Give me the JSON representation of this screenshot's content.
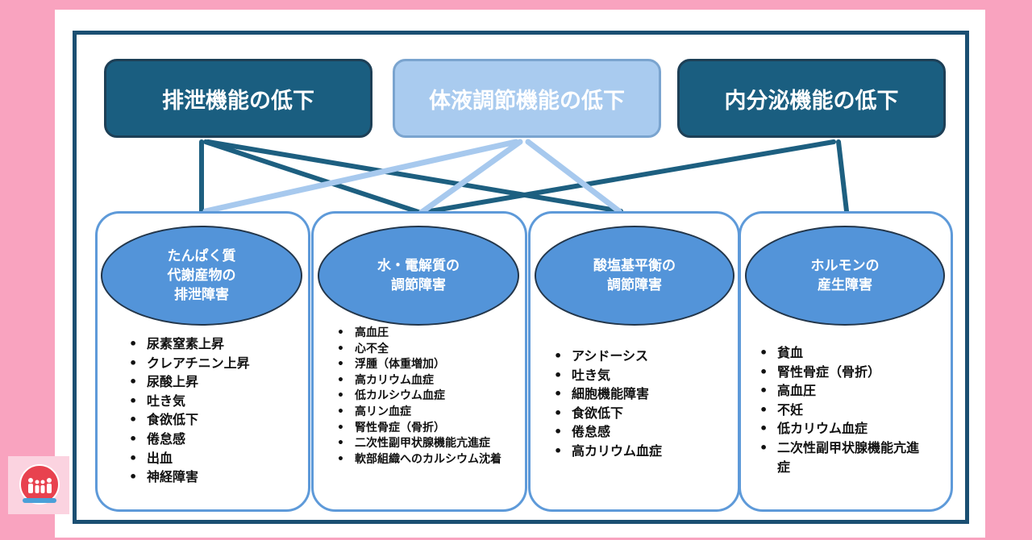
{
  "colors": {
    "background": "#f9a3bf",
    "frame": "#1b4f72",
    "dark_box": "#1a5e80",
    "light_box": "#a9cbef",
    "ellipse": "#5394d9",
    "panel_border": "#5e9ad9"
  },
  "top_boxes": [
    {
      "label": "排泄機能の低下"
    },
    {
      "label": "体液調節機能の低下"
    },
    {
      "label": "内分泌機能の低下"
    }
  ],
  "panels": [
    {
      "title_lines": [
        "たんぱく質",
        "代謝産物の",
        "排泄障害"
      ],
      "items": [
        "尿素窒素上昇",
        "クレアチニン上昇",
        "尿酸上昇",
        "吐き気",
        "食欲低下",
        "倦怠感",
        "出血",
        "神経障害"
      ]
    },
    {
      "title_lines": [
        "水・電解質の",
        "調節障害"
      ],
      "items": [
        "高血圧",
        "心不全",
        "浮腫（体重増加）",
        "高カリウム血症",
        "低カルシウム血症",
        "高リン血症",
        "腎性骨症（骨折）",
        "二次性副甲状腺機能亢進症",
        "軟部組織へのカルシウム沈着"
      ]
    },
    {
      "title_lines": [
        "酸塩基平衡の",
        "調節障害"
      ],
      "items": [
        "アシドーシス",
        "吐き気",
        "細胞機能障害",
        "食欲低下",
        "倦怠感",
        "高カリウム血症"
      ]
    },
    {
      "title_lines": [
        "ホルモンの",
        "産生障害"
      ],
      "items": [
        "貧血",
        "腎性骨症（骨折）",
        "高血圧",
        "不妊",
        "低カリウム血症",
        "二次性副甲状腺機能亢進症"
      ]
    }
  ],
  "logo": {
    "icon": "family-logo-icon"
  }
}
